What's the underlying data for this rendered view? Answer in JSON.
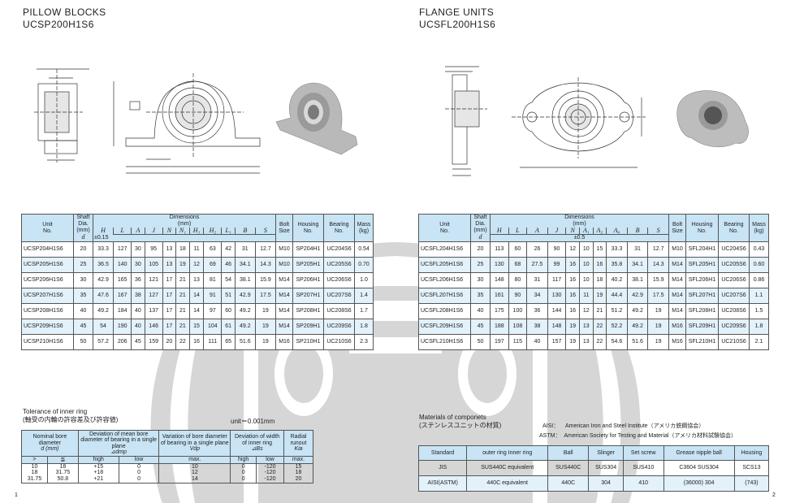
{
  "left": {
    "title": "PILLOW BLOCKS",
    "subtitle": "UCSP200H1S6",
    "table": {
      "h_unit": "Unit",
      "h_no": "No.",
      "h_shaft": "Shaft",
      "h_dia": "Dia.",
      "h_mm": "(mm)",
      "h_d": "d",
      "h_dimensions": "Dimensions",
      "h_dim_mm": "(mm)",
      "h_tol": "±0.15",
      "symbols": [
        "H",
        "L",
        "A",
        "J",
        "N",
        "N₁",
        "H₁",
        "H₂",
        "L₁",
        "B",
        "S"
      ],
      "h_bolt": "Bolt",
      "h_size": "Size",
      "h_housing": "Housing",
      "h_housing_no": "No.",
      "h_bearing": "Bearing",
      "h_bearing_no": "No.",
      "h_mass": "Mass",
      "h_kg": "(kg)",
      "rows": [
        [
          "UCSP204H1S6",
          "20",
          "33.3",
          "127",
          "30",
          "95",
          "13",
          "18",
          "11",
          "63",
          "42",
          "31",
          "12.7",
          "M10",
          "SP204H1",
          "UC204S6",
          "0.54"
        ],
        [
          "UCSP205H1S6",
          "25",
          "36.5",
          "140",
          "30",
          "105",
          "13",
          "19",
          "12",
          "69",
          "46",
          "34.1",
          "14.3",
          "M10",
          "SP205H1",
          "UC205S6",
          "0.70"
        ],
        [
          "UCSP206H1S6",
          "30",
          "42.9",
          "165",
          "36",
          "121",
          "17",
          "21",
          "13",
          "81",
          "54",
          "38.1",
          "15.9",
          "M14",
          "SP206H1",
          "UC206S6",
          "1.0"
        ],
        [
          "UCSP207H1S6",
          "35",
          "47.6",
          "167",
          "38",
          "127",
          "17",
          "21",
          "14",
          "91",
          "51",
          "42.9",
          "17.5",
          "M14",
          "SP207H1",
          "UC207S6",
          "1.4"
        ],
        [
          "UCSP208H1S6",
          "40",
          "49.2",
          "184",
          "40",
          "137",
          "17",
          "21",
          "14",
          "97",
          "60",
          "49.2",
          "19",
          "M14",
          "SP208H1",
          "UC208S6",
          "1.7"
        ],
        [
          "UCSP209H1S6",
          "45",
          "54",
          "190",
          "40",
          "146",
          "17",
          "21",
          "15",
          "104",
          "61",
          "49.2",
          "19",
          "M14",
          "SP209H1",
          "UC209S6",
          "1.8"
        ],
        [
          "UCSP210H1S6",
          "50",
          "57.2",
          "206",
          "45",
          "159",
          "20",
          "22",
          "16",
          "111",
          "65",
          "51.6",
          "19",
          "M16",
          "SP210H1",
          "UC210S6",
          "2.3"
        ]
      ]
    },
    "tolerance": {
      "title": "Tolerance of inner ring",
      "title_jp": "(軸受の内輪の許容差及び許容値)",
      "unit": "unit＝0.001mm",
      "h_nominal": "Nominal bore diameter",
      "h_nominal_sym": "d (mm)",
      "h_dev_mean": "Deviation of mean bore diameter of bearing in a single plane",
      "h_dev_mean_sym": "⊿dmp",
      "h_var": "Variation of bore diameter of bearing in a single plane",
      "h_var_sym": "Vdp",
      "h_dev_width": "Deviation of width of inner ring",
      "h_dev_width_sym": "⊿Bs",
      "h_radial": "Radial runout",
      "h_radial_sym": "Kia",
      "sub": [
        ">",
        "≦",
        "high",
        "low",
        "max.",
        "high",
        "low",
        "max."
      ],
      "rows": [
        [
          "10",
          "18",
          "+15",
          "0",
          "10",
          "0",
          "-120",
          "15"
        ],
        [
          "18",
          "31.75",
          "+18",
          "0",
          "12",
          "0",
          "-120",
          "18"
        ],
        [
          "31.75",
          "50.8",
          "+21",
          "0",
          "14",
          "0",
          "-120",
          "20"
        ]
      ]
    },
    "page": "1"
  },
  "right": {
    "title": "FLANGE UNITS",
    "subtitle": "UCSFL200H1S6",
    "table": {
      "h_unit": "Unit",
      "h_no": "No.",
      "h_shaft": "Shaft",
      "h_dia": "Dia.",
      "h_mm": "(mm)",
      "h_d": "d",
      "h_dimensions": "Dimensions",
      "h_dim_mm": "(mm)",
      "h_tol": "±0.5",
      "symbols": [
        "H",
        "L",
        "A",
        "J",
        "N",
        "A₁",
        "A₂",
        "A₀",
        "B",
        "S"
      ],
      "h_bolt": "Bolt",
      "h_size": "Size",
      "h_housing": "Housing",
      "h_housing_no": "No.",
      "h_bearing": "Bearing",
      "h_bearing_no": "No.",
      "h_mass": "Mass",
      "h_kg": "(kg)",
      "rows": [
        [
          "UCSFL204H1S6",
          "20",
          "113",
          "60",
          "26",
          "90",
          "12",
          "10",
          "15",
          "33.3",
          "31",
          "12.7",
          "M10",
          "SFL204H1",
          "UC204S6",
          "0.43"
        ],
        [
          "UCSFL205H1S6",
          "25",
          "130",
          "68",
          "27.5",
          "99",
          "16",
          "10",
          "16",
          "35.8",
          "34.1",
          "14.3",
          "M14",
          "SFL205H1",
          "UC205S6",
          "0.60"
        ],
        [
          "UCSFL206H1S6",
          "30",
          "148",
          "80",
          "31",
          "117",
          "16",
          "10",
          "18",
          "40.2",
          "38.1",
          "15.9",
          "M14",
          "SFL206H1",
          "UC206S6",
          "0.86"
        ],
        [
          "UCSFL207H1S6",
          "35",
          "161",
          "90",
          "34",
          "130",
          "16",
          "11",
          "19",
          "44.4",
          "42.9",
          "17.5",
          "M14",
          "SFL207H1",
          "UC207S6",
          "1.1"
        ],
        [
          "UCSFL208H1S6",
          "40",
          "175",
          "100",
          "36",
          "144",
          "16",
          "12",
          "21",
          "51.2",
          "49.2",
          "19",
          "M14",
          "SFL208H1",
          "UC208S6",
          "1.5"
        ],
        [
          "UCSFL209H1S6",
          "45",
          "188",
          "108",
          "38",
          "148",
          "19",
          "13",
          "22",
          "52.2",
          "49.2",
          "19",
          "M16",
          "SFL209H1",
          "UC209S6",
          "1.8"
        ],
        [
          "UCSFL210H1S6",
          "50",
          "197",
          "115",
          "40",
          "157",
          "19",
          "13",
          "22",
          "54.6",
          "51.6",
          "19",
          "M16",
          "SFL210H1",
          "UC210S6",
          "2.1"
        ]
      ]
    },
    "materials": {
      "title": "Materials of componets",
      "title_jp": "(ステンレスユニットの材質)",
      "aisi_label": "AISI：",
      "aisi_text": "American Iron and Steel Institute（アメリカ鉄鋼協会）",
      "astm_label": "ASTM：",
      "astm_text": "American Society for Testing and Material（アメリカ材料試験協会）",
      "headers": [
        "Standard",
        "outer ring Inner ring",
        "Ball",
        "Slinger",
        "Set screw",
        "Grease nipple ball",
        "Housing"
      ],
      "rows": [
        [
          "JIS",
          "SUS440C equivalent",
          "SUS440C",
          "SUS304",
          "SUS410",
          "C3604 SUS304",
          "SCS13"
        ],
        [
          "AISI(ASTM)",
          "440C equivalent",
          "440C",
          "304",
          "410",
          "(36000) 304",
          "(743)"
        ]
      ]
    },
    "page": "2"
  },
  "colors": {
    "header_bg": "#c8e4f5",
    "row_alt": "#e3f1fa",
    "watermark": "#d3d3d3"
  }
}
